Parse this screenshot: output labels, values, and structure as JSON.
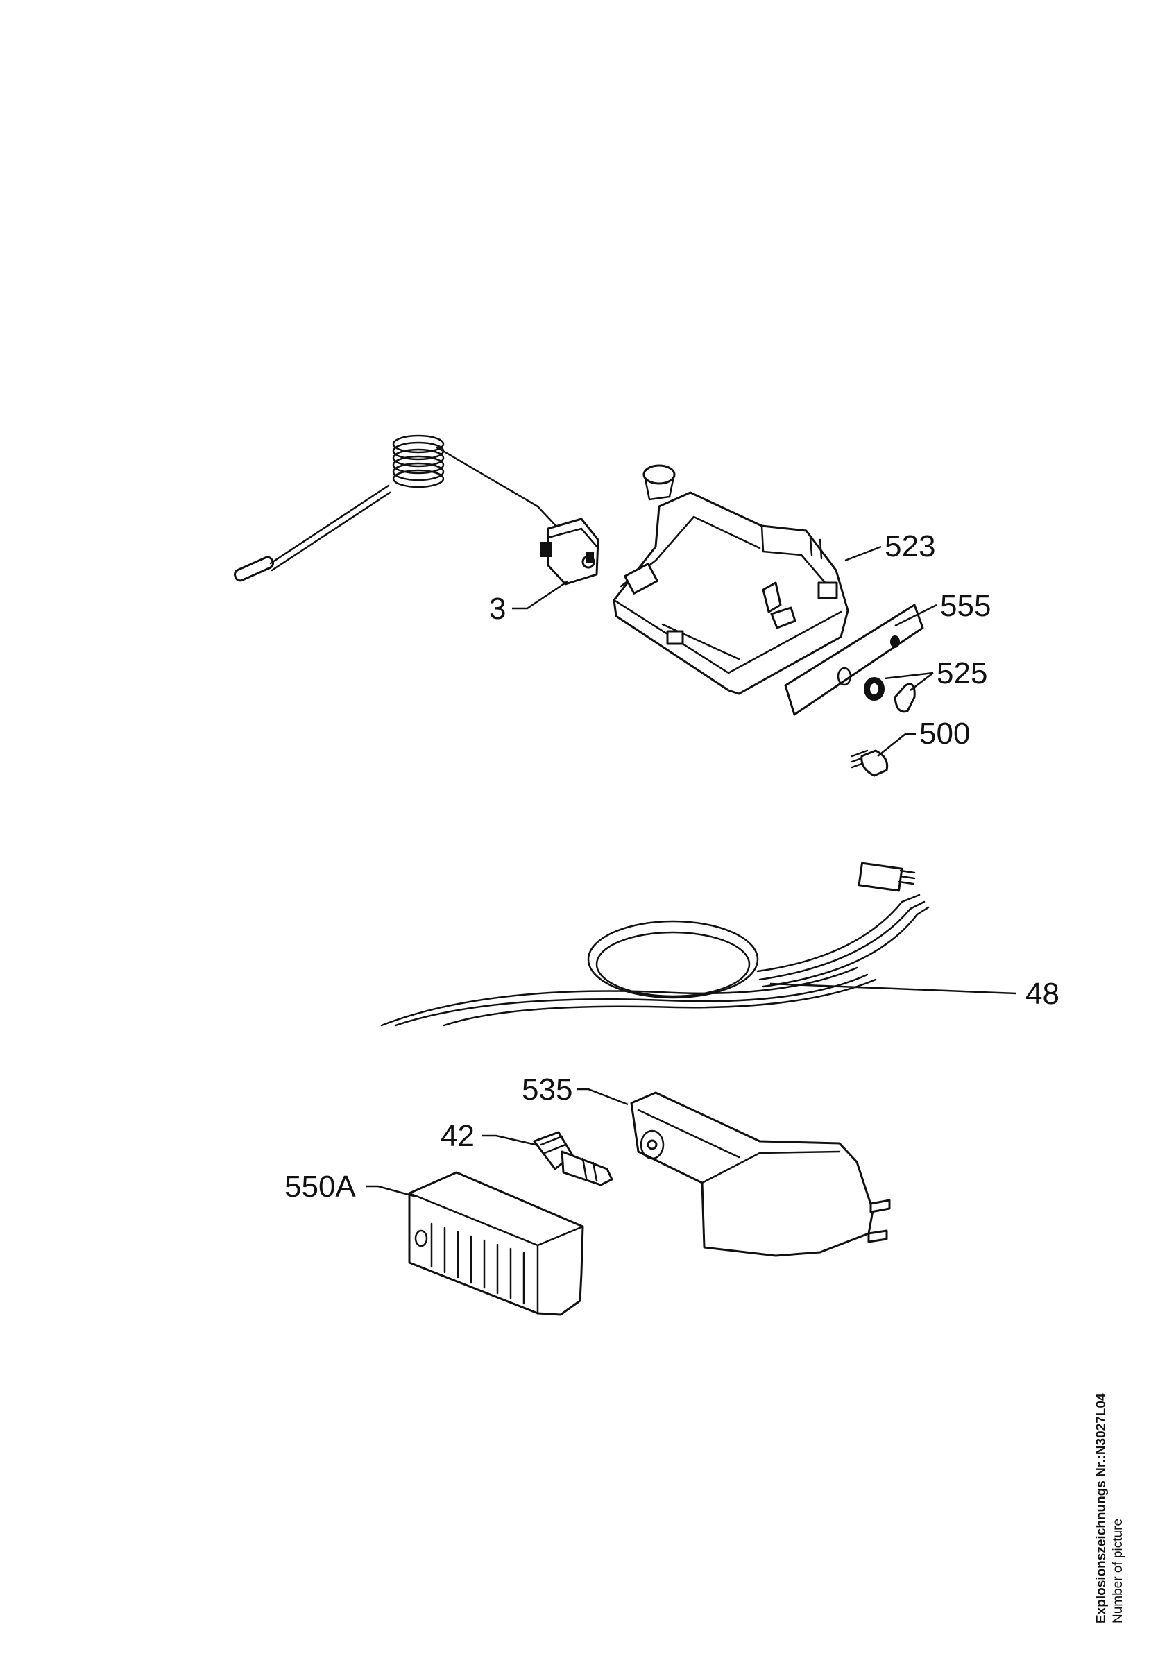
{
  "callouts": {
    "p523": "523",
    "p3": "3",
    "p555": "555",
    "p525": "525",
    "p500": "500",
    "p48": "48",
    "p535": "535",
    "p42": "42",
    "p550a": "550A"
  },
  "caption": {
    "title": "Explosionszeichnungs Nr.:N3027L04",
    "subtitle": "Number of picture"
  }
}
